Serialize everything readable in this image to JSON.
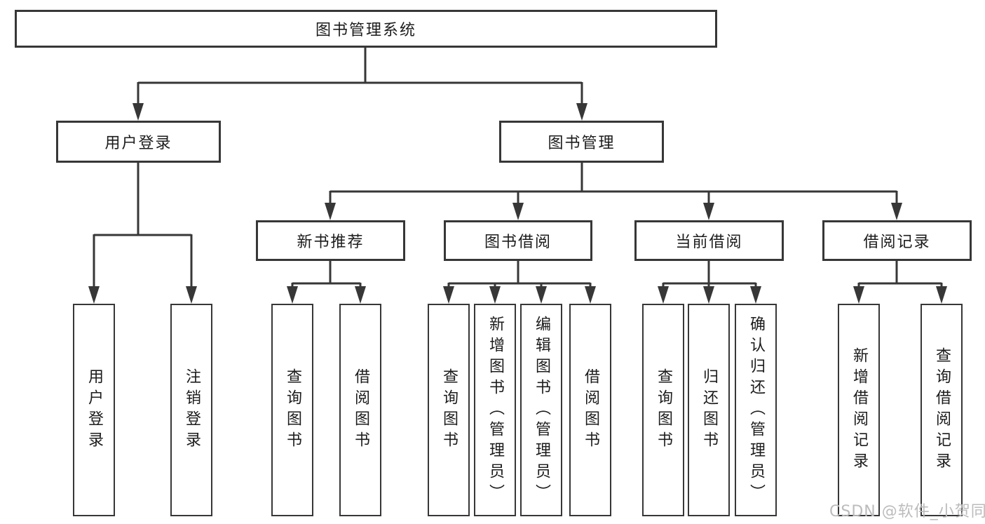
{
  "tree": {
    "root": {
      "label": "图书管理系统"
    },
    "branches": [
      {
        "label": "用户登录",
        "children": [
          {
            "label": "用户登录"
          },
          {
            "label": "注销登录"
          }
        ]
      },
      {
        "label": "图书管理",
        "children": [
          {
            "label": "新书推荐",
            "children": [
              {
                "label": "查询图书"
              },
              {
                "label": "借阅图书"
              }
            ]
          },
          {
            "label": "图书借阅",
            "children": [
              {
                "label": "查询图书"
              },
              {
                "label": "新增图书（管理员）"
              },
              {
                "label": "编辑图书（管理员）"
              },
              {
                "label": "借阅图书"
              }
            ]
          },
          {
            "label": "当前借阅",
            "children": [
              {
                "label": "查询图书"
              },
              {
                "label": "归还图书"
              },
              {
                "label": "确认归还（管理员）"
              }
            ]
          },
          {
            "label": "借阅记录",
            "children": [
              {
                "label": "新增借阅记录"
              },
              {
                "label": "查询借阅记录"
              }
            ]
          }
        ]
      }
    ]
  },
  "watermark": {
    "text": "CSDN @软件_小贺同学"
  },
  "colors": {
    "line": "#373737",
    "box_border": "#373737",
    "text": "#1c1c1c",
    "watermark": "#bcbcbc",
    "background": "#ffffff"
  }
}
